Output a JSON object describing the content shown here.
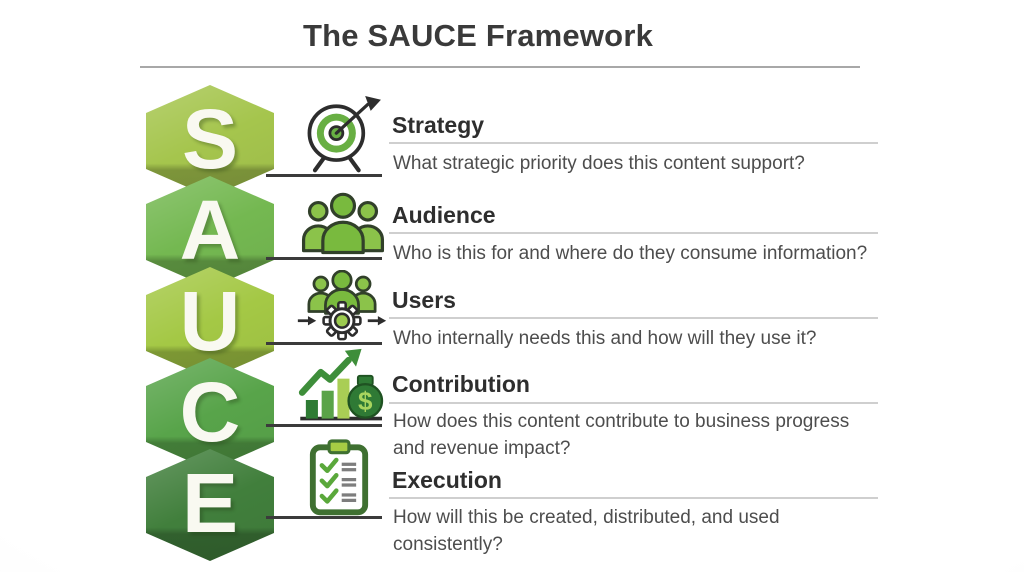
{
  "title": "The SAUCE Framework",
  "rows": [
    {
      "letter": "S",
      "label": "Strategy",
      "question": "What strategic priority does this content support?",
      "icon": "target-icon",
      "hex_color": "#a5c54d"
    },
    {
      "letter": "A",
      "label": "Audience",
      "question": "Who is this for and where do they consume information?",
      "icon": "audience-icon",
      "hex_color": "#74b851"
    },
    {
      "letter": "U",
      "label": "Users",
      "question": "Who internally needs this and how will they use it?",
      "icon": "users-gear-icon",
      "hex_color": "#a4c845"
    },
    {
      "letter": "C",
      "label": "Contribution",
      "question": "How does this content contribute to business progress and revenue impact?",
      "icon": "growth-money-icon",
      "hex_color": "#58a44a"
    },
    {
      "letter": "E",
      "label": "Execution",
      "question": "How will this be created, distributed, and used consistently?",
      "icon": "checklist-icon",
      "hex_color": "#417f3c"
    }
  ],
  "colors": {
    "icon_green": "#6db33f",
    "icon_light_green": "#9ccb4f",
    "icon_dark_green": "#2f7a35",
    "icon_outline": "#2d2d2d",
    "title_text": "#3a3a3a",
    "heading_text": "#2e2e2e",
    "question_text": "#4d4d4d",
    "letter_text": "#f9f9f1"
  }
}
